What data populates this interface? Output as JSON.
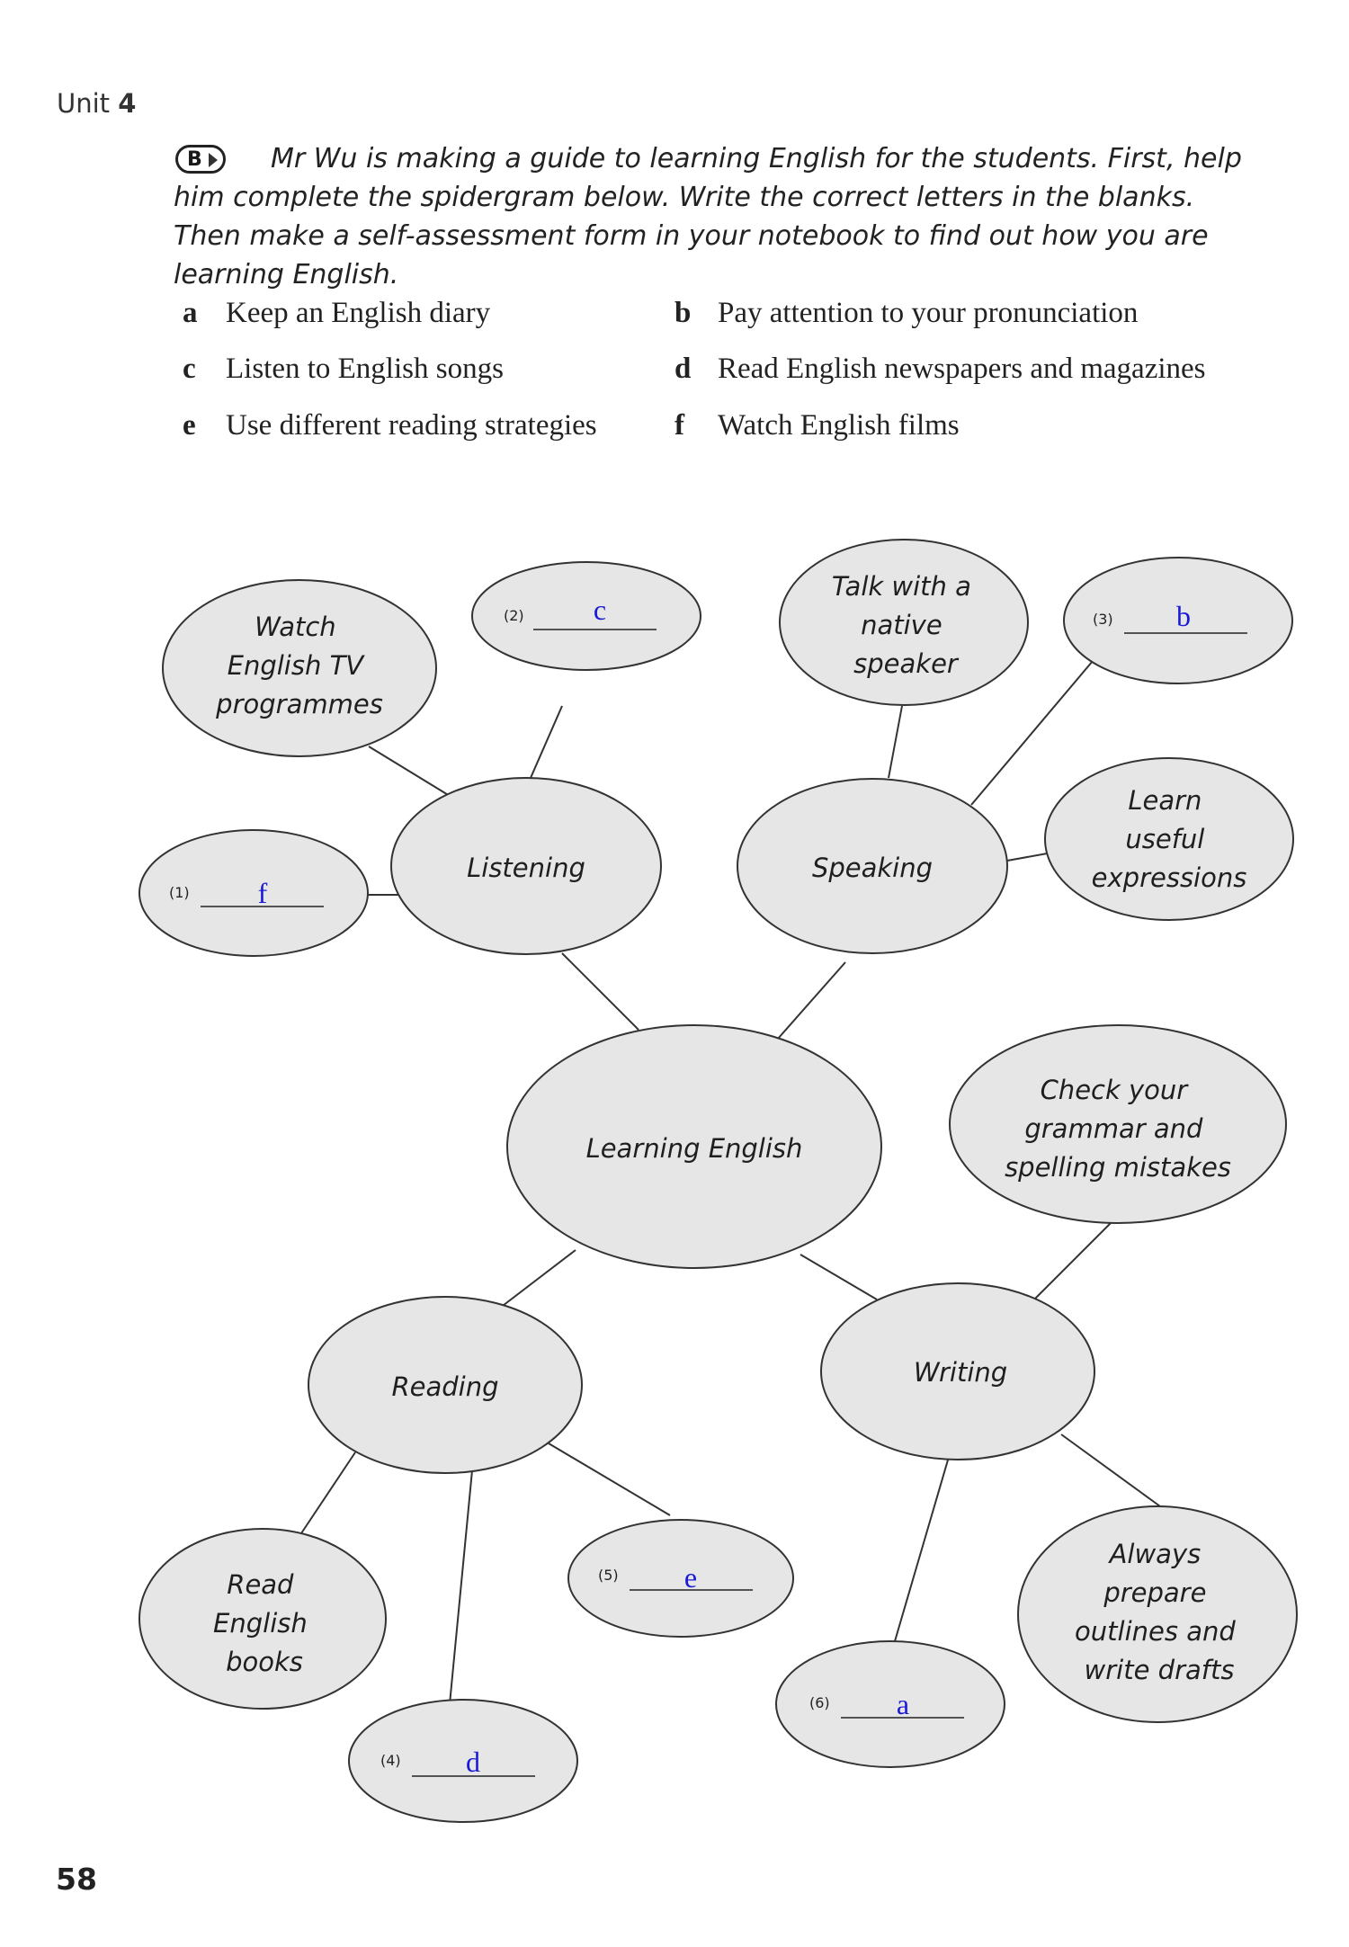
{
  "unit": {
    "label": "Unit",
    "number": "4"
  },
  "task": {
    "badge": "B",
    "instructions": "Mr Wu is making a guide to learning English for the students. First, help him complete the spidergram below. Write the correct letters in the blanks. Then make a self-assessment form in your notebook to find out how you are learning English."
  },
  "options": [
    {
      "letter": "a",
      "text": "Keep an English diary"
    },
    {
      "letter": "b",
      "text": "Pay attention to your pronunciation"
    },
    {
      "letter": "c",
      "text": "Listen to English songs"
    },
    {
      "letter": "d",
      "text": "Read English newspapers and magazines"
    },
    {
      "letter": "e",
      "text": "Use different reading strategies"
    },
    {
      "letter": "f",
      "text": "Watch English films"
    }
  ],
  "spidergram": {
    "center": "Learning English",
    "listening": "Listening",
    "speaking": "Speaking",
    "reading": "Reading",
    "writing": "Writing",
    "watch_tv": [
      "Watch",
      "English TV",
      "programmes"
    ],
    "talk_native": [
      "Talk with a",
      "native",
      "speaker"
    ],
    "learn_expr": [
      "Learn",
      "useful",
      "expressions"
    ],
    "check_grammar": [
      "Check your",
      "grammar and",
      "spelling mistakes"
    ],
    "read_books": [
      "Read",
      "English",
      "books"
    ],
    "outlines": [
      "Always",
      "prepare",
      "outlines and",
      "write drafts"
    ],
    "blanks": {
      "b1": {
        "num": "(1)",
        "answer": "f"
      },
      "b2": {
        "num": "(2)",
        "answer": "c"
      },
      "b3": {
        "num": "(3)",
        "answer": "b"
      },
      "b4": {
        "num": "(4)",
        "answer": "d"
      },
      "b5": {
        "num": "(5)",
        "answer": "e"
      },
      "b6": {
        "num": "(6)",
        "answer": "a"
      }
    }
  },
  "page_number": "58",
  "colors": {
    "bubble_fill": "#e6e6e6",
    "answer_ink": "#1a1ad6"
  }
}
